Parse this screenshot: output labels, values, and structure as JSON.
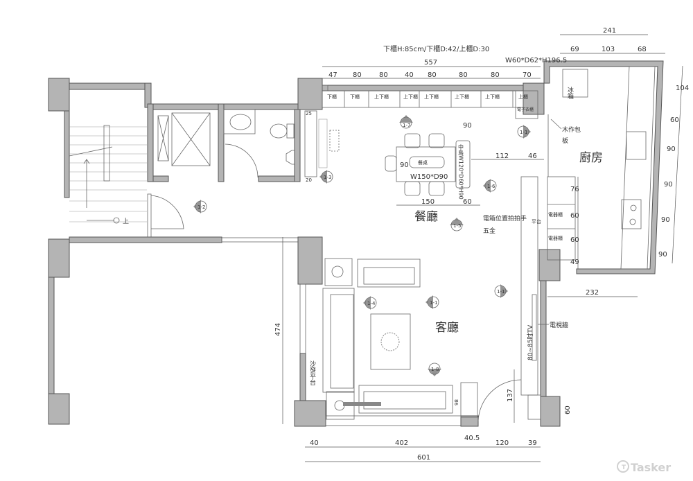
{
  "rooms": {
    "dining": "餐廳",
    "living": "客廳",
    "kitchen": "廚房"
  },
  "notes": {
    "cabinet_spec": "下櫃H:85cm/下櫃D:42/上櫃D:30",
    "fridge_spec": "W60*D62*H196.5",
    "dining_table": "餐桌",
    "dining_table_size": "W150*D90",
    "island_size": "中島W120*D60*H90",
    "electric_box": "電箱位置拍拍手",
    "hardware": "五金",
    "wood_panel_1": "木作包",
    "wood_panel_2": "板",
    "fridge": "冰箱",
    "tv_size": "80~85吋TV",
    "tv_wall": "電視牆",
    "sofa_platform": "沙發平台",
    "up": "上",
    "appliance_cab_1": "電器櫃",
    "appliance_cab_2": "電器櫃",
    "platform": "平台"
  },
  "cabinets": [
    "下櫃",
    "下櫃",
    "上下櫃",
    "上下櫃",
    "上下櫃",
    "上下櫃",
    "上下櫃",
    "上櫃"
  ],
  "cabinet_extra": "電子衣櫃",
  "dimensions": {
    "top_total": "557",
    "top_segments": [
      "47",
      "80",
      "80",
      "40",
      "80",
      "80",
      "80",
      "70"
    ],
    "kitchen_total": "241",
    "kitchen_segments": [
      "69",
      "103",
      "68"
    ],
    "kitchen_right": [
      "104",
      "60",
      "90",
      "90",
      "90",
      "90"
    ],
    "kitchen_left": [
      "76",
      "60",
      "60",
      "49"
    ],
    "kitchen_bottom": "232",
    "dining": [
      "150",
      "60"
    ],
    "island_gap": [
      "112",
      "46"
    ],
    "dining_vertical": [
      "90",
      "90"
    ],
    "wall_small": [
      "25",
      "20"
    ],
    "living_left": "474",
    "bottom_segments": [
      "40",
      "402",
      "40.5",
      "120",
      "39"
    ],
    "bottom_total": "601",
    "door": "137",
    "sofa_depth": "98",
    "tv_right": "60"
  },
  "section_markers": [
    "1-7",
    "1-3",
    "1-1",
    "1-6",
    "1-2",
    "1-5",
    "1-4",
    "1-1",
    "1-8"
  ],
  "watermark": "Tasker"
}
